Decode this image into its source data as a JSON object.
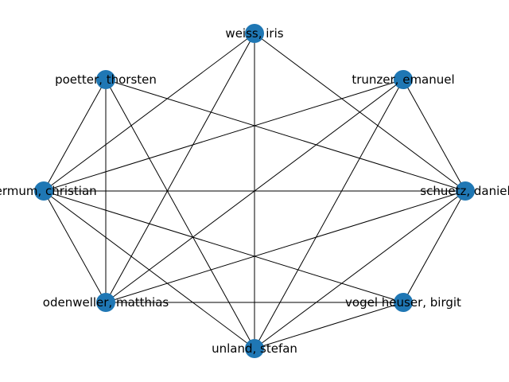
{
  "graph": {
    "node_color": "#1f77b4",
    "edge_color": "#000000",
    "nodes": [
      {
        "id": "weiss",
        "label": "weiss, iris"
      },
      {
        "id": "poetter",
        "label": "poetter, thorsten"
      },
      {
        "id": "trunzer",
        "label": "trunzer, emanuel"
      },
      {
        "id": "fermum",
        "label": "fermum, christian"
      },
      {
        "id": "schuetz",
        "label": "schuetz, daniel"
      },
      {
        "id": "odenweller",
        "label": "odenweller, matthias"
      },
      {
        "id": "vogelheuser",
        "label": "vogel heuser, birgit"
      },
      {
        "id": "unland",
        "label": "unland, stefan"
      }
    ],
    "edges": [
      [
        "weiss",
        "fermum"
      ],
      [
        "weiss",
        "odenweller"
      ],
      [
        "weiss",
        "unland"
      ],
      [
        "weiss",
        "schuetz"
      ],
      [
        "poetter",
        "fermum"
      ],
      [
        "poetter",
        "odenweller"
      ],
      [
        "poetter",
        "unland"
      ],
      [
        "poetter",
        "schuetz"
      ],
      [
        "trunzer",
        "fermum"
      ],
      [
        "trunzer",
        "odenweller"
      ],
      [
        "trunzer",
        "unland"
      ],
      [
        "trunzer",
        "schuetz"
      ],
      [
        "fermum",
        "schuetz"
      ],
      [
        "fermum",
        "odenweller"
      ],
      [
        "fermum",
        "vogelheuser"
      ],
      [
        "fermum",
        "unland"
      ],
      [
        "schuetz",
        "odenweller"
      ],
      [
        "schuetz",
        "vogelheuser"
      ],
      [
        "schuetz",
        "unland"
      ],
      [
        "odenweller",
        "vogelheuser"
      ],
      [
        "vogelheuser",
        "unland"
      ]
    ]
  }
}
